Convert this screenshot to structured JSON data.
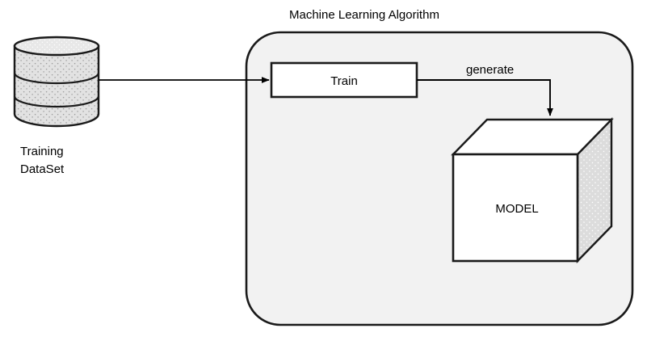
{
  "diagram": {
    "title": "Machine Learning Algorithm",
    "nodes": {
      "datastore": {
        "shape": "cylinder",
        "caption_line1": "Training",
        "caption_line2": "DataSet"
      },
      "train": {
        "shape": "rectangle",
        "label": "Train"
      },
      "model": {
        "shape": "cube-3d",
        "label": "MODEL"
      }
    },
    "edges": [
      {
        "id": "dataset-to-train",
        "label": "",
        "from": "datastore",
        "to": "train"
      },
      {
        "id": "train-to-model",
        "label": "generate",
        "from": "train",
        "to": "model"
      }
    ],
    "colors": {
      "stroke": "#1a1a1a",
      "container_fill": "#f2f2f2",
      "cylinder_fill": "#e0e0e0",
      "cube_front_fill": "#ffffff",
      "cube_top_fill": "#ffffff",
      "cube_side_fill": "#d9d9d9",
      "box_fill": "#ffffff",
      "text": "#000000",
      "page_background": "#ffffff"
    }
  }
}
